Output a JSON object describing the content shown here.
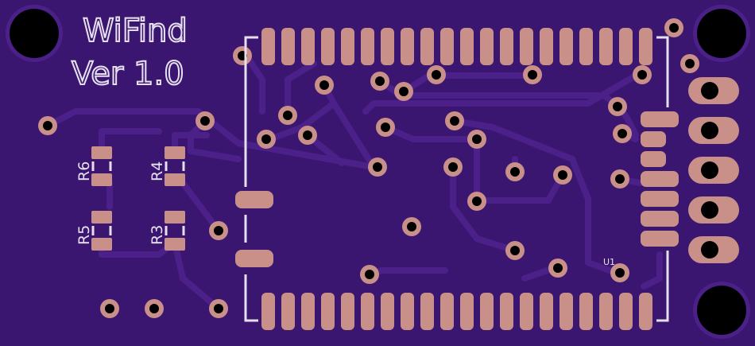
{
  "board": {
    "title_line1": "WiFind",
    "title_line2": "Ver 1.0",
    "colors": {
      "board": "#3a1670",
      "trace": "#4a1f87",
      "copper_pad": "#c9908a",
      "silkscreen": "#e6e0ee",
      "hole": "#000000"
    }
  },
  "labels": {
    "r6": "R6",
    "r5": "R5",
    "r4": "R4",
    "r3": "R3",
    "u1": "U1"
  }
}
